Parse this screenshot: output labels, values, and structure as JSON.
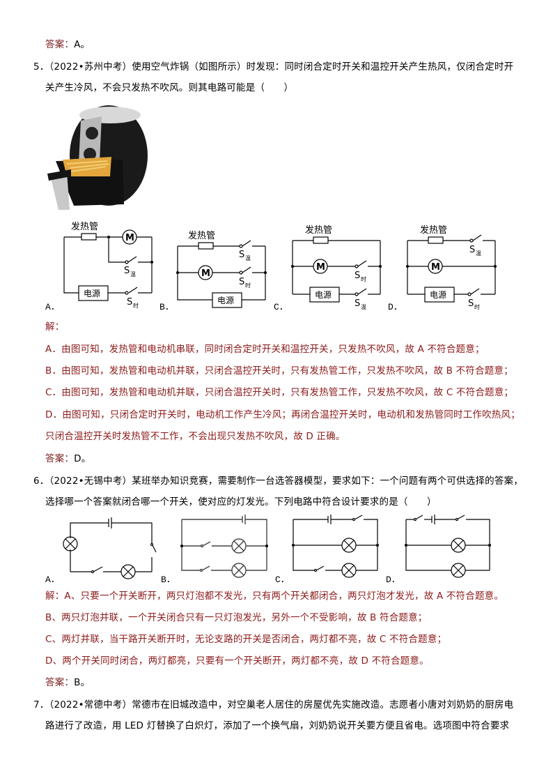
{
  "q4_tail": {
    "answer_label": "答案：",
    "answer_value": "A。"
  },
  "q5": {
    "number": "5．",
    "source": "（2022•苏州中考）",
    "stem_line1": "使用空气炸锅（如图所示）时发现：同时闭合定时开关和温控开关产生热风，仅闭合定时开",
    "stem_line2": "关产生冷风，不会只发热不吹风。则其电路可能是（　　）",
    "figure": "air-fryer-photo",
    "circuit_labels": {
      "heater": "发热管",
      "motor": "M",
      "power": "电源",
      "s_temp": "S",
      "s_temp_sub": "温",
      "s_time": "S",
      "s_time_sub": "时"
    },
    "options": [
      "A．",
      "B．",
      "C．",
      "D．"
    ],
    "solution_label": "解：",
    "solution_lines": [
      "A．由图可知，发热管和电动机串联，同时闭合定时开关和温控开关，只发热不吹风，故 A 不符合题意；",
      "B．由图可知，发热管和电动机并联，只闭合温控开关时，只有发热管工作，只发热不吹风，故 B 不符合题意；",
      "C．由图可知，发热管和电动机并联，只闭合温控开关时，只有发热管工作，只发热不吹风，故 C 不符合题意；",
      "D．由图可知，只闭合定时开关时，电动机工作产生冷风；再闭合温控开关时，电动机和发热管同时工作吹热风；",
      "只闭合温控开关时发热管不工作，不会出现只发热不吹风，故 D 正确。"
    ],
    "answer_label": "答案：",
    "answer_value": "D。"
  },
  "q6": {
    "number": "6．",
    "source": "（2022•无锡中考）",
    "stem_line1": "某班举办知识竞赛，需要制作一台选答器模型，要求如下：一个问题有两个可供选择的答案，",
    "stem_line2": "选择哪一个答案就闭合哪一个开关，使对应的灯发光。下列电路中符合设计要求的是（　　）",
    "options": [
      "A．",
      "B．",
      "C．",
      "D．"
    ],
    "solution_label": "解：",
    "solution_lines": [
      "A、只要一个开关断开，两只灯泡都不发光，只有两个开关都闭合，两只灯泡才发光，故 A 不符合题意。",
      "B、两只灯泡并联，一个开关闭合只有一只灯泡发光，另外一个不受影响，故 B 符合题意；",
      "C、两灯并联，当干路开关断开时，无论支路的开关是否闭合，两灯都不亮，故 C 不符合题意；",
      "D、两个开关同时闭合，两灯都亮，只要有一个开关断开，两灯都不亮，故 D 不符合题意。"
    ],
    "answer_label": "答案：",
    "answer_value": "B。"
  },
  "q7": {
    "number": "7．",
    "source": "（2022•常德中考）",
    "stem_line1": "常德市在旧城改造中，对空巢老人居住的房屋优先实施改造。志愿者小唐对刘奶奶的厨房电",
    "stem_line2": "路进行了改造，用 LED 灯替换了白炽灯，添加了一个换气扇，刘奶奶说开关要方便且省电。选项图中符合要求"
  },
  "colors": {
    "solution_text": "#8b1a1a",
    "body_text": "#000000"
  }
}
